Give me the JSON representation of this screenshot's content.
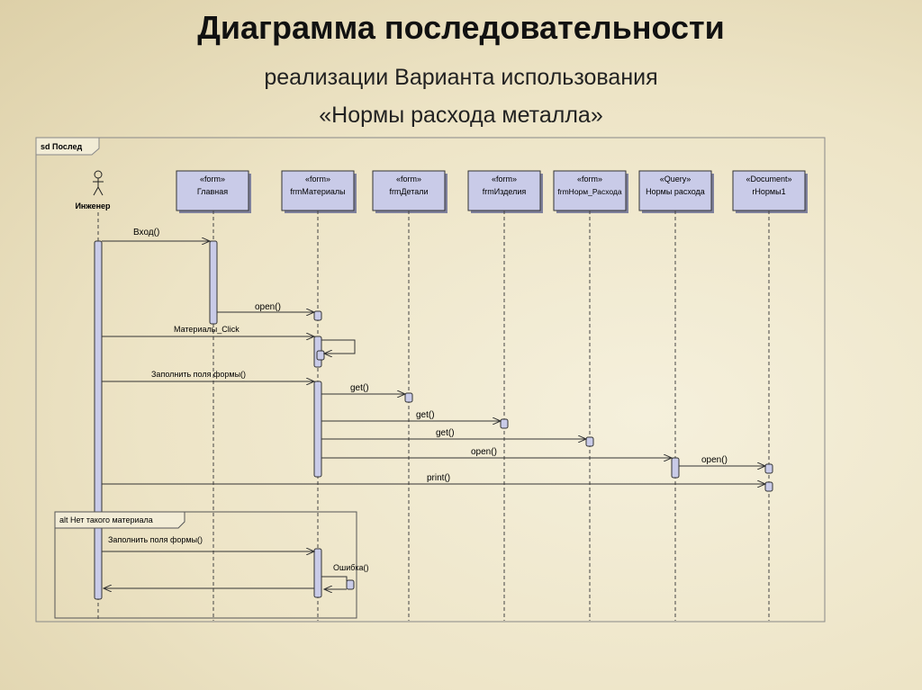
{
  "slide": {
    "title": "Диаграмма последовательности",
    "subtitle_line1": "реализации  Варианта использования",
    "subtitle_line2": "«Нормы расхода металла»"
  },
  "diagram": {
    "frame_label": "sd Послед",
    "actor": "Инженер",
    "lifelines": [
      {
        "stereotype": "«form»",
        "name": "Главная"
      },
      {
        "stereotype": "«form»",
        "name": "frmМатериалы"
      },
      {
        "stereotype": "«form»",
        "name": "frmДетали"
      },
      {
        "stereotype": "«form»",
        "name": "frmИзделия"
      },
      {
        "stereotype": "«form»",
        "name": "frmНорм_Расхода"
      },
      {
        "stereotype": "«Query»",
        "name": "Нормы расхода"
      },
      {
        "stereotype": "«Document»",
        "name": "rНормы1"
      }
    ],
    "messages": {
      "m1": "Вход()",
      "m2": "open()",
      "m3": "Материалы_Click",
      "m4": "Заполнить поля формы()",
      "m5": "get()",
      "m6": "get()",
      "m7": "get()",
      "m8": "open()",
      "m9": "open()",
      "m10": "print()",
      "m11": "Заполнить поля формы()",
      "m12": "Ошибка()"
    },
    "alt_label": "alt Нет такого материала",
    "colors": {
      "box_fill": "#c9cbe8",
      "box_stroke": "#333333",
      "line": "#333333"
    }
  }
}
